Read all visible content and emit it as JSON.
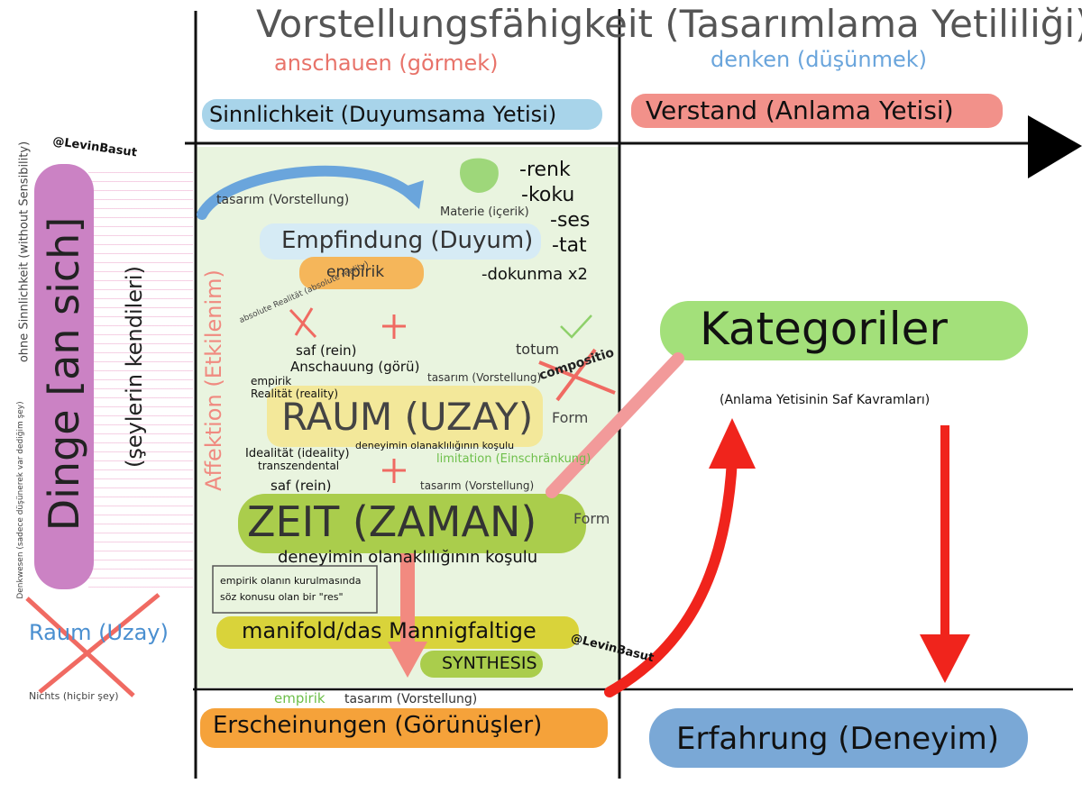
{
  "header": {
    "title": "Vorstellungsfähigkeit (Tasarımlama Yetililiği)",
    "left_sub": "anschauen (görmek)",
    "right_sub": "denken (düşünmek)"
  },
  "labels": {
    "sinnlichkeit": "Sinnlichkeit (Duyumsama Yetisi)",
    "verstand": "Verstand (Anlama Yetisi)",
    "watermark": "@LevinBasut",
    "watermark2": "@LevinBasut",
    "ohne": "ohne Sinnlichkeit (without Sensibility)",
    "dinge": "Dinge [an sich]",
    "seylerin": "(şeylerin kendileri)",
    "denkwesen": "Denkwesen (sadece düşünerek var dediğim şey)",
    "raum_left": "Raum (Uzay)",
    "nichts": "Nichts (hiçbir şey)",
    "affektion": "Affektion (Etkilenim)",
    "tasarim_top": "tasarım (Vorstellung)",
    "materie": "Materie (içerik)",
    "empfindung": "Empfindung (Duyum)",
    "empirik1": "empirik",
    "senses": [
      "-renk",
      "-koku",
      "-ses",
      "-tat",
      "-dokunma x2"
    ],
    "absolute_reality": "absolute Realität (absolute reality)",
    "plus": "+",
    "saf_rein1": "saf (rein)",
    "anschauung": "Anschauung (görü)",
    "totum": "totum",
    "tasarim_mid": "tasarım (Vorstellung)",
    "compositio": "compositio",
    "empirik2": "empirik",
    "realitat": "Realität (reality)",
    "raum": "RAUM (UZAY)",
    "form1": "Form",
    "idealitat": "Idealität (ideality)",
    "transzendental": "transzendental",
    "deneyimin_small": "deneyimin olanaklılığının koşulu",
    "limitation": "limitation (Einschränkung)",
    "saf_rein2": "saf (rein)",
    "tasarim_low": "tasarım (Vorstellung)",
    "zeit": "ZEIT (ZAMAN)",
    "form2": "Form",
    "deneyimin_big": "deneyimin olanaklılığının koşulu",
    "box_note_line1": "empirik olanın kurulmasında",
    "box_note_line2": "söz konusu olan bir \"res\"",
    "manifold": "manifold/das Mannigfaltige",
    "synthesis": "SYNTHESIS",
    "empirik_bottom": "empirik",
    "tasarim_bottom": "tasarım (Vorstellung)",
    "erscheinungen": "Erscheinungen (Görünüşler)",
    "kategoriler": "Kategoriler",
    "anlama_saf": "(Anlama Yetisinin Saf Kavramları)",
    "erfahrung": "Erfahrung (Deneyim)"
  },
  "colors": {
    "blue_hl": "#a8d4ea",
    "red_hl": "#f2918a",
    "orange_hl": "#f5a23a",
    "yellow_hl": "#f3e89a",
    "lime_hl": "#aacd4c",
    "green_hl": "#a3e07a",
    "purple_hl": "#cb82c4",
    "steel_hl": "#7aa8d6",
    "arrow_red": "#f0241c",
    "arrow_blue": "#6aa5dc",
    "panel_green": "#e9f4df"
  }
}
